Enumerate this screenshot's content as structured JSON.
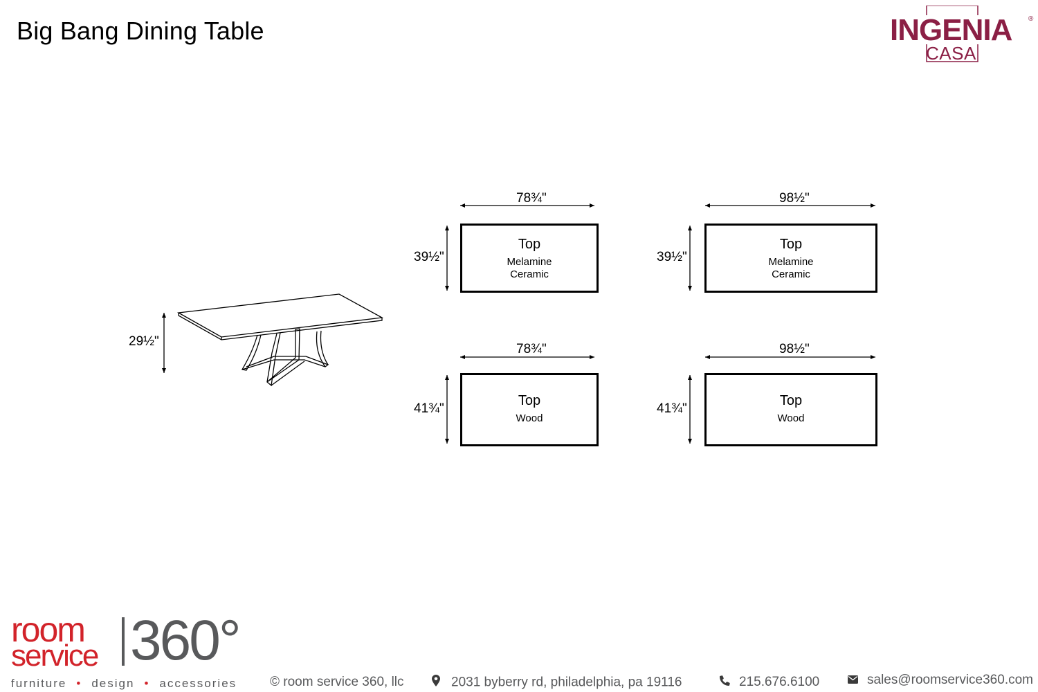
{
  "title": "Big Bang Dining Table",
  "brand": {
    "name": "INGENIA",
    "sub": "CASA",
    "reg": "®",
    "color": "#8b1f45"
  },
  "side_view": {
    "height": "29½\""
  },
  "tops": [
    {
      "width": "78¾\"",
      "depth": "39½\"",
      "label": "Top",
      "materials": [
        "Melamine",
        "Ceramic"
      ]
    },
    {
      "width": "98½\"",
      "depth": "39½\"",
      "label": "Top",
      "materials": [
        "Melamine",
        "Ceramic"
      ]
    },
    {
      "width": "78¾\"",
      "depth": "41¾\"",
      "label": "Top",
      "materials": [
        "Wood"
      ]
    },
    {
      "width": "98½\"",
      "depth": "41¾\"",
      "label": "Top",
      "materials": [
        "Wood"
      ]
    }
  ],
  "footer": {
    "logo_room": "room",
    "logo_service": "service",
    "logo_number": "360°",
    "tagline": [
      "furniture",
      "design",
      "accessories"
    ],
    "tagline_sep": "•",
    "copyright": "© room service 360, llc",
    "address": "2031 byberry rd, philadelphia, pa 19116",
    "phone": "215.676.6100",
    "email": "sales@roomservice360.com",
    "icons": [
      "map-pin-icon",
      "phone-icon",
      "envelope-icon"
    ],
    "accent_color": "#d2232a",
    "text_color": "#58595b"
  }
}
